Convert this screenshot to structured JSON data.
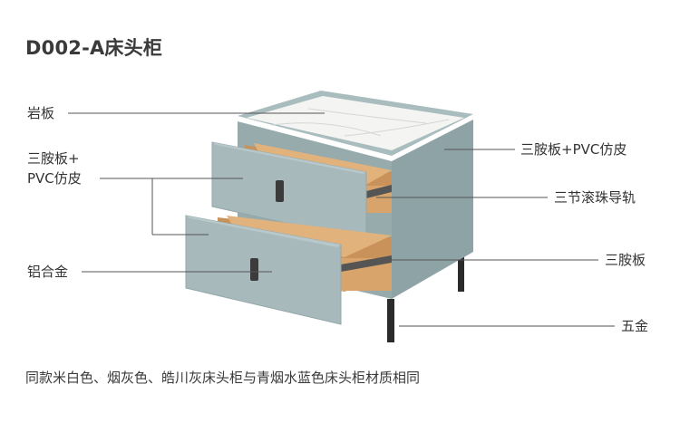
{
  "title": "D002-A床头柜",
  "labels": {
    "rock_slab": "岩板",
    "left_board_line1": "三胺板+",
    "left_board_line2": "PVC仿皮",
    "aluminum_alloy": "铝合金",
    "right_board_pvc": "三胺板+PVC仿皮",
    "slide_rail": "三节滚珠导轨",
    "melamine_board": "三胺板",
    "hardware": "五金"
  },
  "footer": "同款米白色、烟灰色、皓川灰床头柜与青烟水蓝色床头柜材质相同",
  "colors": {
    "cabinet_body": "#9fb3b5",
    "cabinet_side": "#8ea3a6",
    "drawer_front": "#a7b9bb",
    "wood": "#c9925a",
    "wood_light": "#e2b27c",
    "marble": "#f4f4f2",
    "leg": "#2b2b2b",
    "handle": "#3b3b3b",
    "leader_line": "#555555"
  },
  "icons": [
    "drawer-handle-icon",
    "cabinet-leg-icon"
  ]
}
